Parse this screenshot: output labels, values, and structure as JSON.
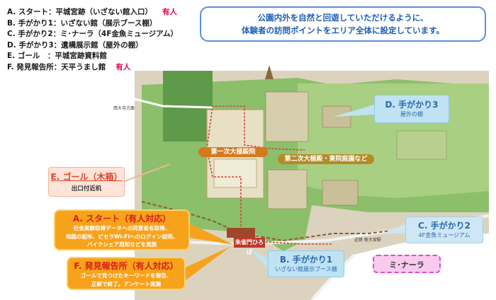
{
  "legend": {
    "items": [
      {
        "text": "A. スタート：平城宮跡（いざない館入口）",
        "staff": "有人"
      },
      {
        "text": "B. 手がかり1：いざない館（展示ブース棚）",
        "staff": ""
      },
      {
        "text": "C. 手がかり2：ミ･ナーラ（4F金魚ミュージアム）",
        "staff": ""
      },
      {
        "text": "D. 手がかり3：遺構展示館（屋外の棚）",
        "staff": ""
      },
      {
        "text": "E. ゴール　：平城宮跡資料館",
        "staff": ""
      },
      {
        "text": "F. 発見報告所：天平うまし館",
        "staff": "有人"
      }
    ]
  },
  "info": {
    "line1": "公園内外を自然と回遊していただけるように、",
    "line2": "体験者の訪問ポイントをエリア全体に設定しています。"
  },
  "callouts": {
    "e": {
      "title": "E. ゴール（木箱）",
      "sub": "出口付近机"
    },
    "a": {
      "title": "A. スタート（有人対応）",
      "l1": "社会実験取得データへの同意者名取得、",
      "l2": "地図の配布、ビセラWi-Fiへのログイン説明、",
      "l3": "バイクシェア周知などを実施"
    },
    "f": {
      "title": "F. 発見報告所（有人対応）",
      "l1": "ゴールで見つけたキーワードを報告、",
      "l2": "正解で終了。アンケート実施"
    },
    "b": {
      "title": "B. 手がかり1",
      "sub": "いざない館展示ブース棚"
    },
    "c": {
      "title": "C. 手がかり2",
      "sub": "4F金魚ミュージアム"
    },
    "d": {
      "title": "D. 手がかり3",
      "sub": "屋外の棚"
    },
    "mi": {
      "title": "ミ･ナーラ"
    }
  },
  "areas": {
    "daigokuden1": "第一次大極殿院",
    "daigokuden2": "第二次大極殿・東院庭園など"
  },
  "gate": "朱雀門ひろば",
  "map_labels": {
    "nishi": "西大寺方面",
    "station": "近鉄 新大宮駅"
  },
  "colors": {
    "staff": "#e0004d",
    "info_text": "#1f5fb5",
    "info_border": "#5b8fd6",
    "orange_callout": "#f7a21b",
    "blue_callout": "#bfe3f2",
    "pink_callout": "#f9c9ef",
    "route": "#d84040"
  }
}
